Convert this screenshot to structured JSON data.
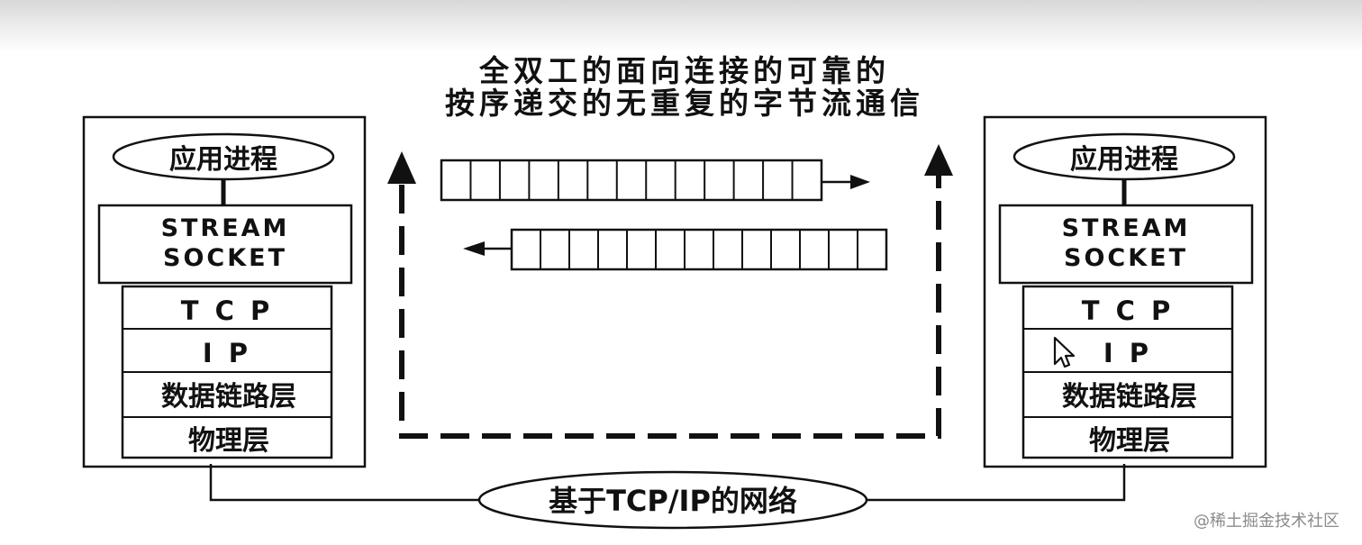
{
  "title": {
    "line1": "全双工的面向连接的可靠的",
    "line2": "按序递交的无重复的字节流通信"
  },
  "hosts": [
    {
      "process": "应用进程",
      "socket_line1": "STREAM",
      "socket_line2": "SOCKET",
      "layers": [
        "T C P",
        "I P",
        "数据链路层",
        "物理层"
      ]
    },
    {
      "process": "应用进程",
      "socket_line1": "STREAM",
      "socket_line2": "SOCKET",
      "layers": [
        "T C P",
        "I P",
        "数据链路层",
        "物理层"
      ]
    }
  ],
  "network": {
    "label": "基于TCP/IP的网络"
  },
  "streams": {
    "forward_cells": 13,
    "backward_cells": 13
  },
  "watermark": "@稀土掘金技术社区",
  "icons": {
    "cursor": "mouse-pointer-icon",
    "arrow": "arrow-icon"
  },
  "colors": {
    "line": "#111111",
    "background": "#ffffff",
    "watermark": "#8b8b8b"
  }
}
